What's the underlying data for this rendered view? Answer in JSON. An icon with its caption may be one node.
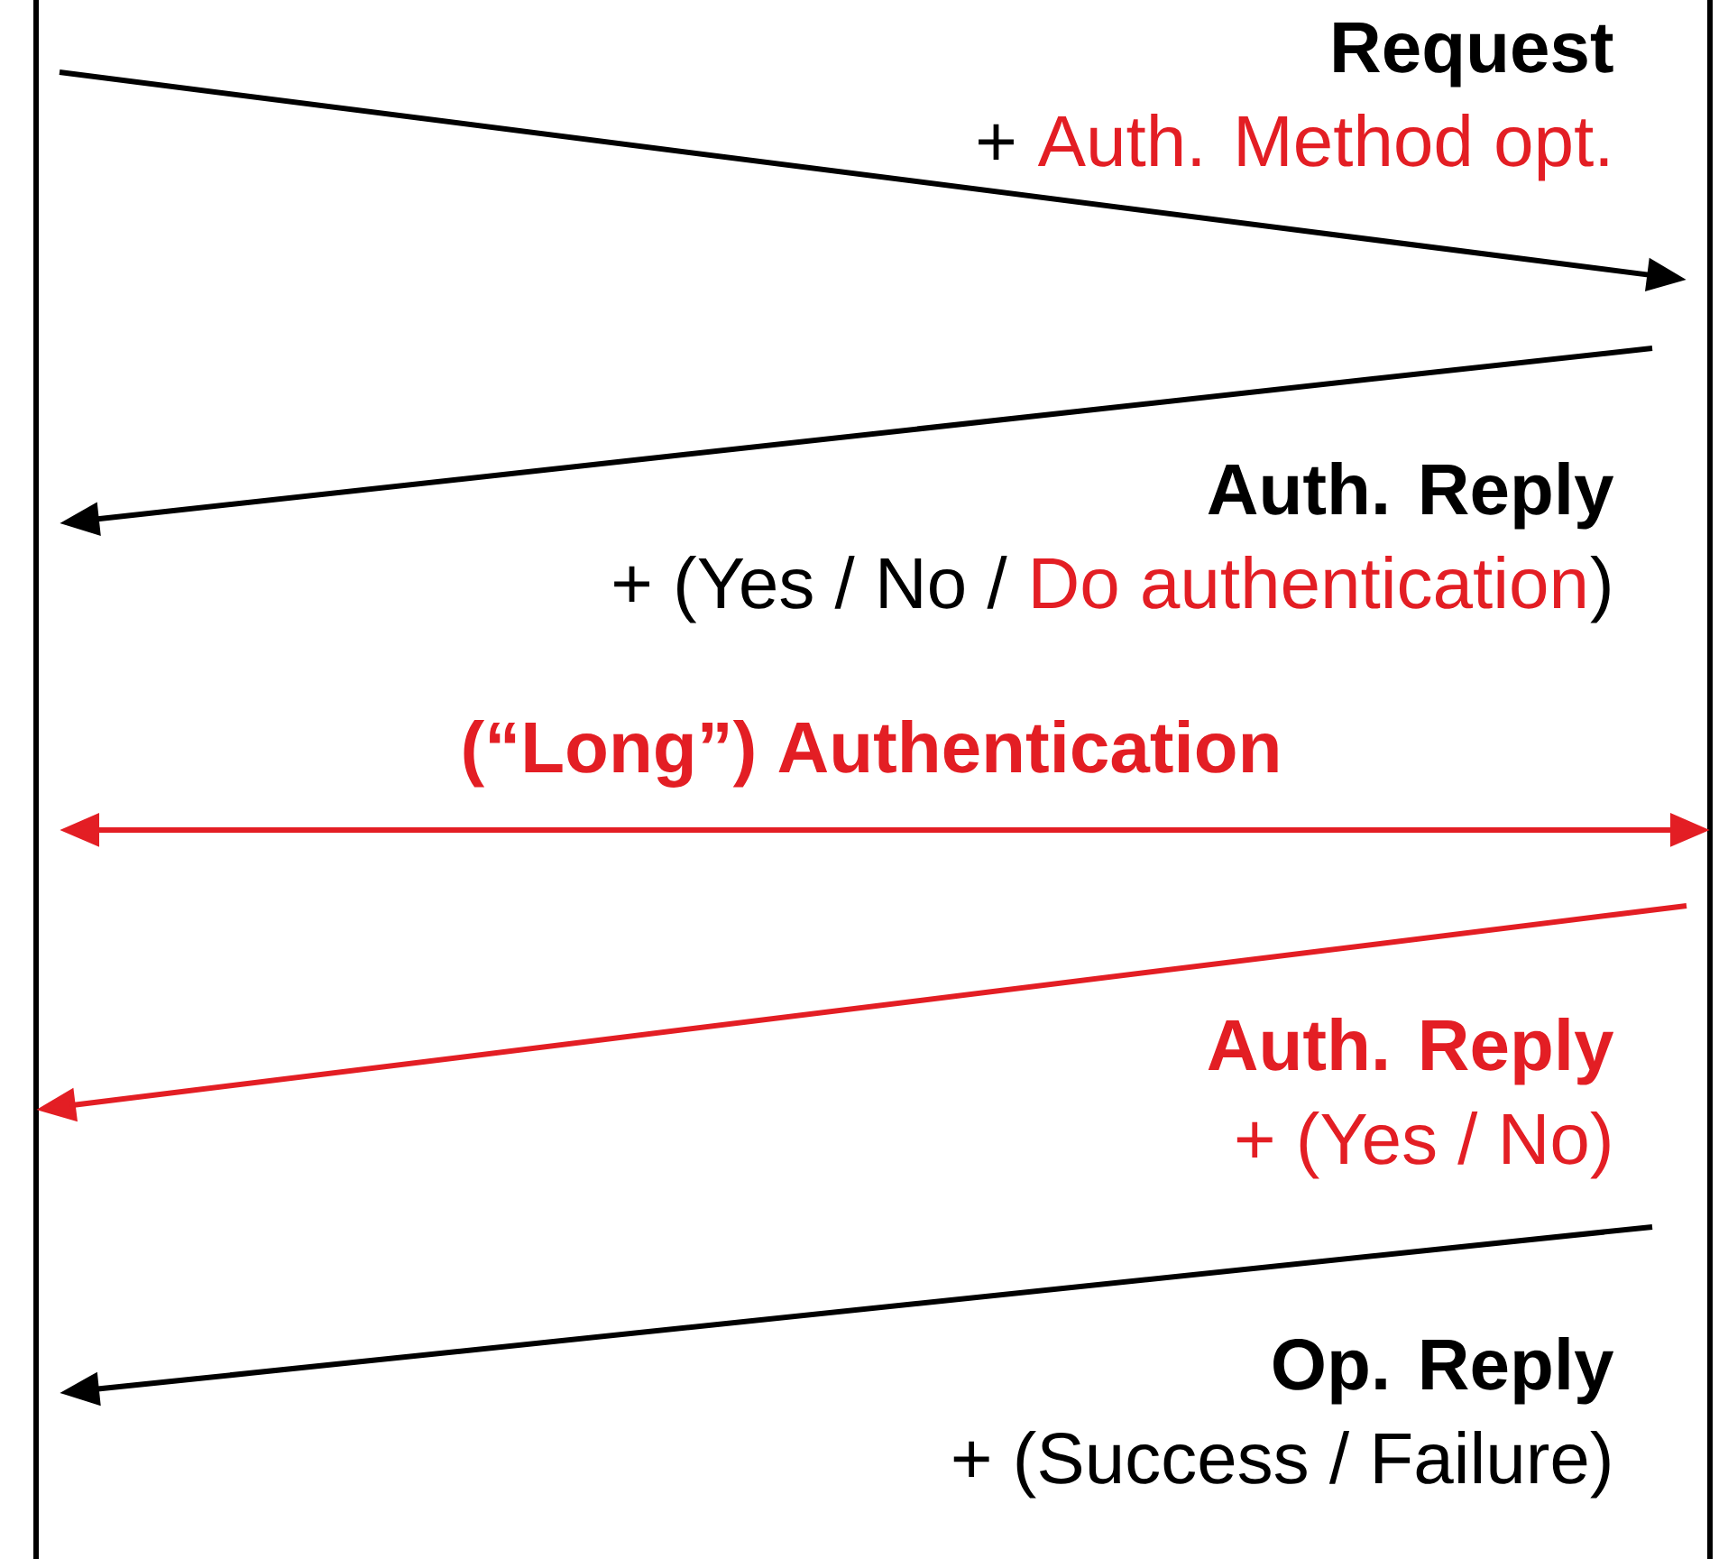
{
  "diagram": {
    "nodes": [
      {
        "text": [],
        "shape": "bar"
      },
      {
        "text": [],
        "shape": "bar"
      }
    ],
    "edges": [
      {
        "from": 0,
        "to": 1,
        "arrow": "to"
      },
      {
        "from": 1,
        "to": 0,
        "arrow": "to"
      },
      {
        "from": 0,
        "to": 1,
        "arrow": "both",
        "color": "#e31e24"
      },
      {
        "from": 1,
        "to": 0,
        "arrow": "to",
        "color": "#e31e24"
      },
      {
        "from": 1,
        "to": 0,
        "arrow": "to"
      }
    ],
    "labels": [
      "Request",
      "+",
      "Auth. Method opt.",
      "Auth. Reply",
      "+ (Yes / No /",
      "Do authentication",
      ")",
      "(“Long”) Authentication",
      "Auth. Reply",
      "+ (Yes / No)",
      "Op. Reply",
      "+ (Success / Failure)"
    ]
  }
}
